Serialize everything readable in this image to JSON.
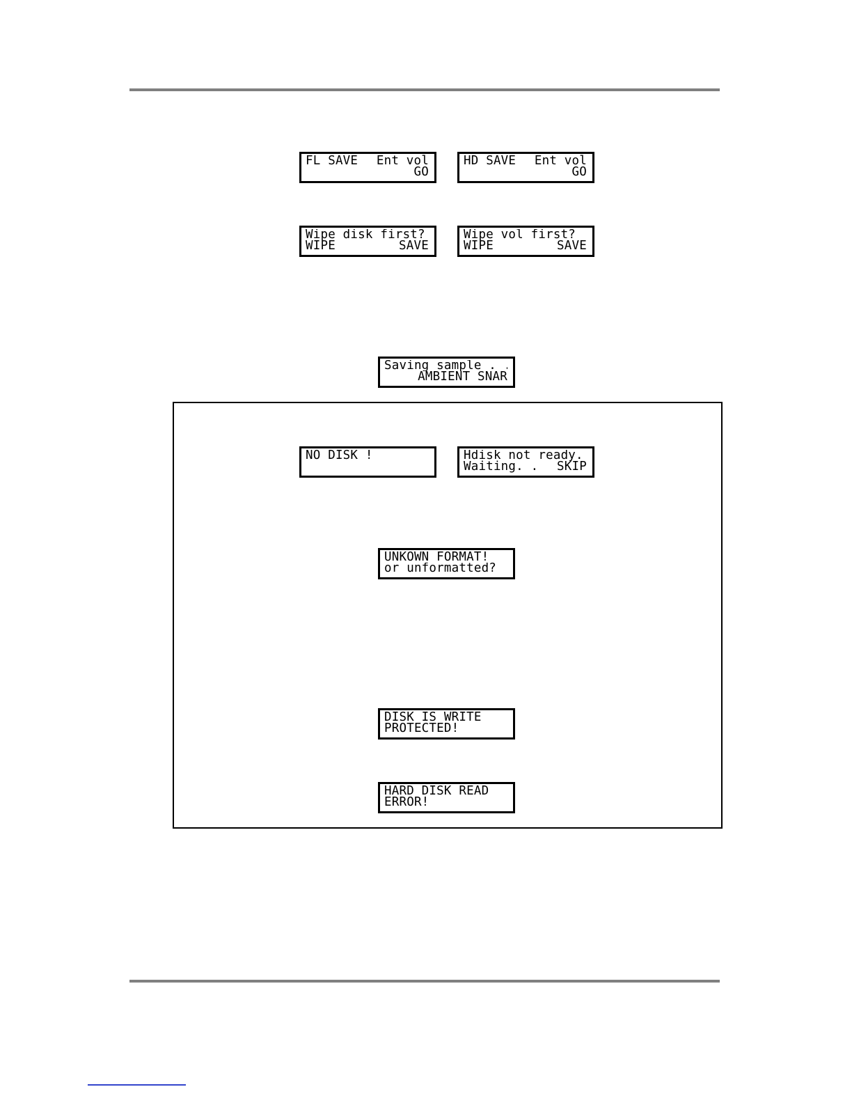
{
  "displays": {
    "fl_save": {
      "line1_left": "FL SAVE",
      "line1_right": "Ent vol",
      "line2": "GO"
    },
    "hd_save": {
      "line1_left": "HD SAVE",
      "line1_right": "Ent vol",
      "line2": "GO"
    },
    "wipe_disk": {
      "line1": "Wipe disk first?",
      "line2_left": "WIPE",
      "line2_right": "SAVE"
    },
    "wipe_vol": {
      "line1": "Wipe vol first?",
      "line2_left": "WIPE",
      "line2_right": "SAVE"
    },
    "saving_sample": {
      "line1": "Saving sample . .",
      "line2": "AMBIENT SNAR"
    },
    "no_disk": {
      "line1": "NO DISK !"
    },
    "hdisk_not_ready": {
      "line1": "Hdisk not ready.",
      "line2_left": "Waiting. .",
      "line2_right": "SKIP"
    },
    "unknown_format": {
      "line1": "UNKOWN FORMAT!",
      "line2": "or unformatted?"
    },
    "write_protected": {
      "line1": "DISK IS WRITE",
      "line2": "PROTECTED!"
    },
    "hd_read_error": {
      "line1": "HARD DISK READ",
      "line2": "ERROR!"
    }
  }
}
